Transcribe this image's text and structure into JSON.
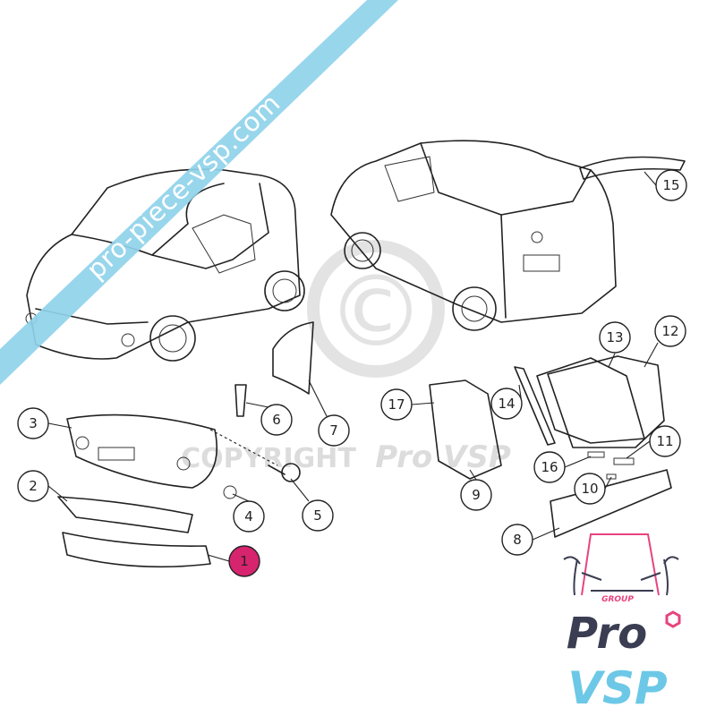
{
  "watermark_banner": {
    "text": "pro-piece-vsp.com",
    "color": "#8fd3ea"
  },
  "copyright_watermark": {
    "symbol": "©",
    "text_left": "COPYRIGHT",
    "text_right": "Pro VSP",
    "color": "#d9d9d9"
  },
  "callouts": [
    {
      "label": "1",
      "highlighted": true,
      "color": "#d6246e"
    },
    {
      "label": "2"
    },
    {
      "label": "3"
    },
    {
      "label": "4"
    },
    {
      "label": "5"
    },
    {
      "label": "6"
    },
    {
      "label": "7"
    },
    {
      "label": "8"
    },
    {
      "label": "9"
    },
    {
      "label": "10"
    },
    {
      "label": "11"
    },
    {
      "label": "12"
    },
    {
      "label": "13"
    },
    {
      "label": "14"
    },
    {
      "label": "15"
    },
    {
      "label": "16"
    },
    {
      "label": "17"
    }
  ],
  "logo": {
    "group": "GROUP",
    "line1": "Pro",
    "line2": "VSP",
    "dark": "#3b3d52",
    "pink": "#e7437f",
    "blue": "#6cc8e6"
  }
}
